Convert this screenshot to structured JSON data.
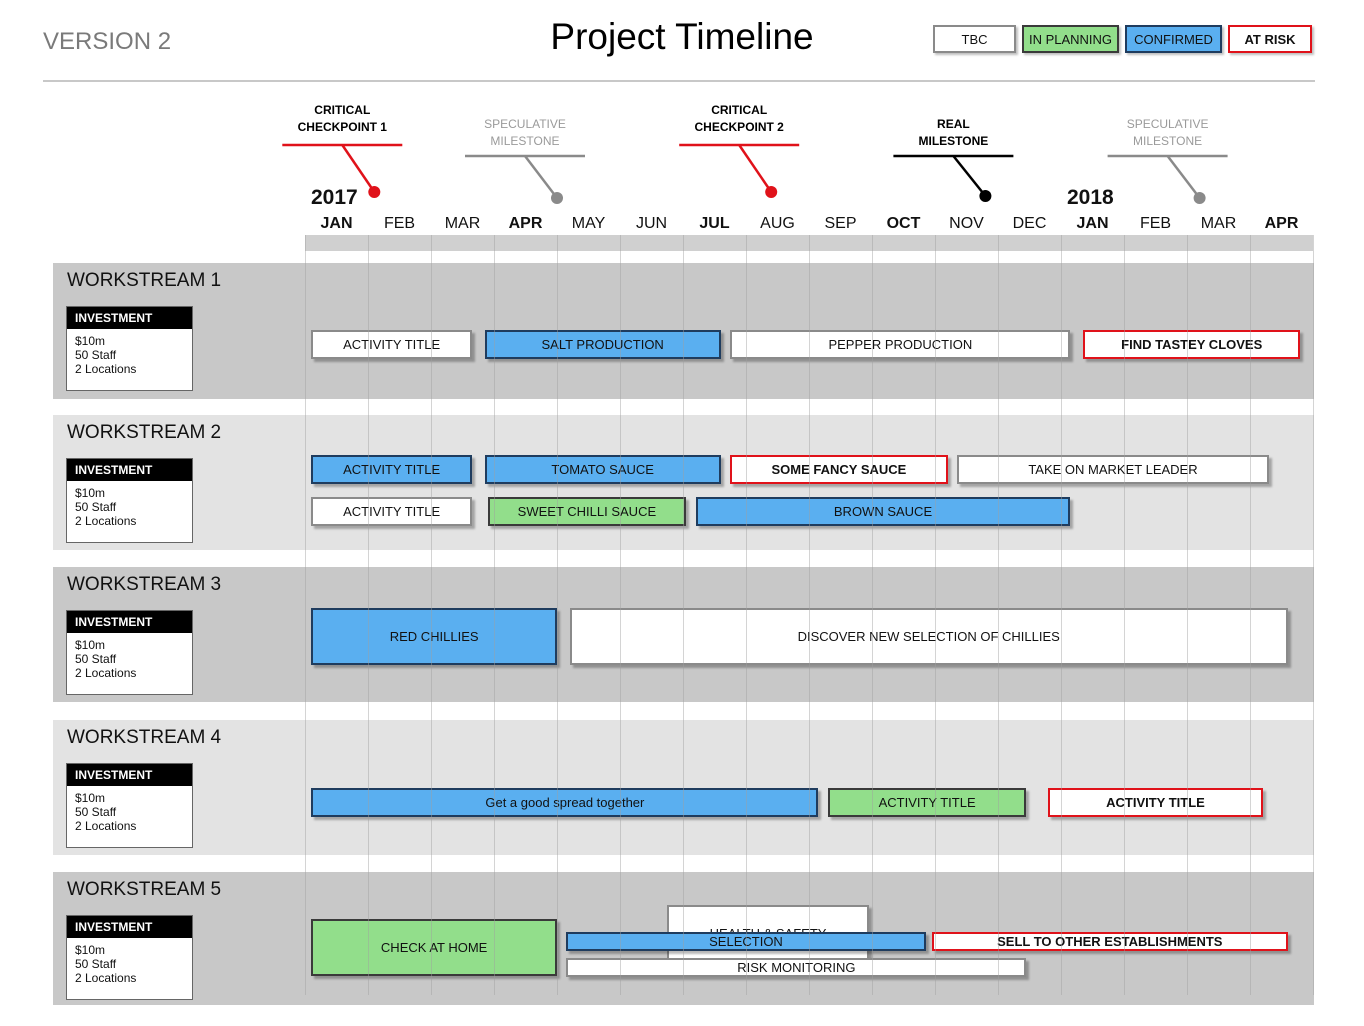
{
  "header": {
    "version": "VERSION 2",
    "title": "Project Timeline"
  },
  "legend": [
    {
      "label": "TBC",
      "status": "tbc"
    },
    {
      "label": "IN PLANNING",
      "status": "planning"
    },
    {
      "label": "CONFIRMED",
      "status": "confirmed"
    },
    {
      "label": "AT RISK",
      "status": "atrisk"
    }
  ],
  "status_colors": {
    "tbc": {
      "fill": "#ffffff",
      "border": "#8a8a8a"
    },
    "planning": {
      "fill": "#92de8b",
      "border": "#3a3a3a"
    },
    "confirmed": {
      "fill": "#5aaff0",
      "border": "#1f3c5e"
    },
    "atrisk": {
      "fill": "#ffffff",
      "border": "#e0121a"
    }
  },
  "timeline": {
    "years": [
      {
        "label": "2017",
        "month_index": 0
      },
      {
        "label": "2018",
        "month_index": 12
      }
    ],
    "months": [
      {
        "label": "JAN",
        "bold": true
      },
      {
        "label": "FEB",
        "bold": false
      },
      {
        "label": "MAR",
        "bold": false
      },
      {
        "label": "APR",
        "bold": true
      },
      {
        "label": "MAY",
        "bold": false
      },
      {
        "label": "JUN",
        "bold": false
      },
      {
        "label": "JUL",
        "bold": true
      },
      {
        "label": "AUG",
        "bold": false
      },
      {
        "label": "SEP",
        "bold": false
      },
      {
        "label": "OCT",
        "bold": true
      },
      {
        "label": "NOV",
        "bold": false
      },
      {
        "label": "DEC",
        "bold": false
      },
      {
        "label": "JAN",
        "bold": true
      },
      {
        "label": "FEB",
        "bold": false
      },
      {
        "label": "MAR",
        "bold": false
      },
      {
        "label": "APR",
        "bold": true
      }
    ]
  },
  "milestones": [
    {
      "lines": [
        "CRITICAL",
        "CHECKPOINT 1"
      ],
      "type": "critical",
      "month": 1.1,
      "color": "#e0121a"
    },
    {
      "lines": [
        "SPECULATIVE",
        "MILESTONE"
      ],
      "type": "speculative",
      "month": 4.0,
      "color": "#8a8a8a"
    },
    {
      "lines": [
        "CRITICAL",
        "CHECKPOINT 2"
      ],
      "type": "critical",
      "month": 7.4,
      "color": "#e0121a"
    },
    {
      "lines": [
        "REAL",
        "MILESTONE"
      ],
      "type": "real",
      "month": 10.8,
      "color": "#000000"
    },
    {
      "lines": [
        "SPECULATIVE",
        "MILESTONE"
      ],
      "type": "speculative",
      "month": 14.2,
      "color": "#8a8a8a"
    }
  ],
  "workstreams": [
    {
      "title": "WORKSTREAM 1",
      "investment": {
        "heading": "INVESTMENT",
        "lines": [
          "$10m",
          "50 Staff",
          "2 Locations"
        ]
      },
      "activities": [
        {
          "label": "ACTIVITY TITLE",
          "status": "tbc",
          "start": 0.1,
          "end": 2.65,
          "row": 0
        },
        {
          "label": "SALT PRODUCTION",
          "status": "confirmed",
          "start": 2.85,
          "end": 6.6,
          "row": 0
        },
        {
          "label": "PEPPER PRODUCTION",
          "status": "tbc",
          "start": 6.75,
          "end": 12.15,
          "row": 0
        },
        {
          "label": "FIND TASTEY CLOVES",
          "status": "atrisk",
          "start": 12.35,
          "end": 15.8,
          "row": 0
        }
      ]
    },
    {
      "title": "WORKSTREAM 2",
      "investment": {
        "heading": "INVESTMENT",
        "lines": [
          "$10m",
          "50 Staff",
          "2 Locations"
        ]
      },
      "activities": [
        {
          "label": "ACTIVITY TITLE",
          "status": "confirmed",
          "start": 0.1,
          "end": 2.65,
          "row": 0
        },
        {
          "label": "TOMATO SAUCE",
          "status": "confirmed",
          "start": 2.85,
          "end": 6.6,
          "row": 0
        },
        {
          "label": "SOME FANCY SAUCE",
          "status": "atrisk",
          "start": 6.75,
          "end": 10.2,
          "row": 0
        },
        {
          "label": "TAKE ON MARKET LEADER",
          "status": "tbc",
          "start": 10.35,
          "end": 15.3,
          "row": 0
        },
        {
          "label": "ACTIVITY TITLE",
          "status": "tbc",
          "start": 0.1,
          "end": 2.65,
          "row": 1
        },
        {
          "label": "SWEET CHILLI SAUCE",
          "status": "planning",
          "start": 2.9,
          "end": 6.05,
          "row": 1
        },
        {
          "label": "BROWN SAUCE",
          "status": "confirmed",
          "start": 6.2,
          "end": 12.15,
          "row": 1
        }
      ]
    },
    {
      "title": "WORKSTREAM 3",
      "investment": {
        "heading": "INVESTMENT",
        "lines": [
          "$10m",
          "50 Staff",
          "2 Locations"
        ]
      },
      "activities": [
        {
          "label": "RED CHILLIES",
          "status": "confirmed",
          "start": 0.1,
          "end": 4.0,
          "row": 0
        },
        {
          "label": "DISCOVER NEW SELECTION OF CHILLIES",
          "status": "tbc",
          "start": 4.2,
          "end": 15.6,
          "row": 0
        }
      ]
    },
    {
      "title": "WORKSTREAM 4",
      "investment": {
        "heading": "INVESTMENT",
        "lines": [
          "$10m",
          "50 Staff",
          "2 Locations"
        ]
      },
      "activities": [
        {
          "label": "Get a good spread together",
          "status": "confirmed",
          "start": 0.1,
          "end": 8.15,
          "row": 0
        },
        {
          "label": "ACTIVITY TITLE",
          "status": "planning",
          "start": 8.3,
          "end": 11.45,
          "row": 0
        },
        {
          "label": "ACTIVITY TITLE",
          "status": "atrisk",
          "start": 11.8,
          "end": 15.2,
          "row": 0
        }
      ]
    },
    {
      "title": "WORKSTREAM 5",
      "investment": {
        "heading": "INVESTMENT",
        "lines": [
          "$10m",
          "50 Staff",
          "2 Locations"
        ]
      },
      "activities": [
        {
          "label": "CHECK AT HOME",
          "status": "planning",
          "start": 0.1,
          "end": 4.0,
          "row": 0
        },
        {
          "label": "HEALTH & SAFETY",
          "status": "tbc",
          "start": 5.75,
          "end": 8.95,
          "row": 0
        },
        {
          "label": "SELECTION",
          "status": "confirmed",
          "start": 4.15,
          "end": 9.85,
          "row": 1
        },
        {
          "label": "SELL TO OTHER ESTABLISHMENTS",
          "status": "atrisk",
          "start": 9.95,
          "end": 15.6,
          "row": 1
        },
        {
          "label": "RISK MONITORING",
          "status": "tbc",
          "start": 4.15,
          "end": 11.45,
          "row": 2
        }
      ]
    }
  ]
}
